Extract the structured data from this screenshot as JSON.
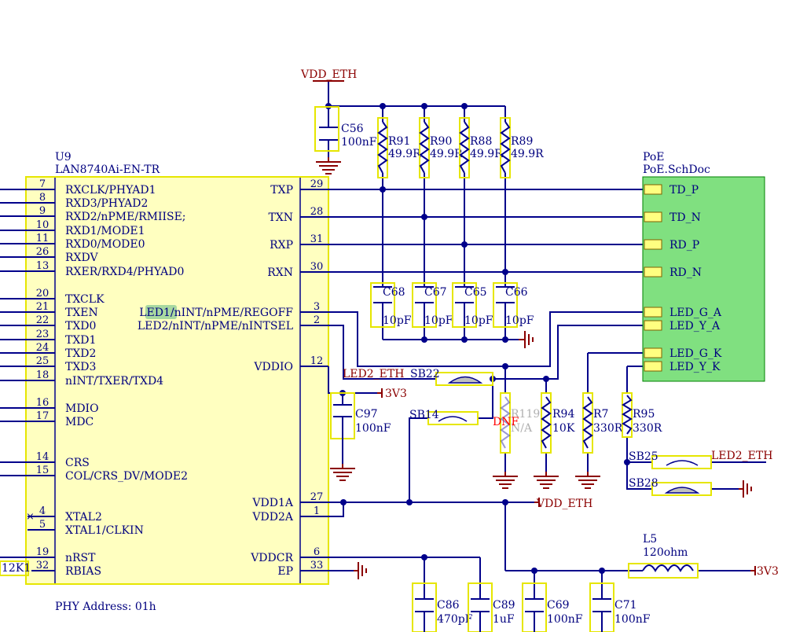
{
  "chip": {
    "ref": "U9",
    "part": "LAN8740Ai-EN-TR",
    "left_pins": [
      {
        "num": "7",
        "name": "RXCLK/PHYAD1"
      },
      {
        "num": "8",
        "name": "RXD3/PHYAD2"
      },
      {
        "num": "9",
        "name": "RXD2/nPME/RMIISE;"
      },
      {
        "num": "10",
        "name": "RXD1/MODE1"
      },
      {
        "num": "11",
        "name": "RXD0/MODE0"
      },
      {
        "num": "26",
        "name": "RXDV"
      },
      {
        "num": "13",
        "name": "RXER/RXD4/PHYAD0"
      },
      {
        "num": "20",
        "name": "TXCLK"
      },
      {
        "num": "21",
        "name": "TXEN"
      },
      {
        "num": "22",
        "name": "TXD0"
      },
      {
        "num": "23",
        "name": "TXD1"
      },
      {
        "num": "24",
        "name": "TXD2"
      },
      {
        "num": "25",
        "name": "TXD3"
      },
      {
        "num": "18",
        "name": "nINT/TXER/TXD4"
      },
      {
        "num": "16",
        "name": "MDIO"
      },
      {
        "num": "17",
        "name": "MDC"
      },
      {
        "num": "14",
        "name": "CRS"
      },
      {
        "num": "15",
        "name": "COL/CRS_DV/MODE2"
      },
      {
        "num": "4",
        "name": "XTAL2"
      },
      {
        "num": "5",
        "name": "XTAL1/CLKIN"
      },
      {
        "num": "19",
        "name": "nRST"
      },
      {
        "num": "32",
        "name": "RBIAS"
      }
    ],
    "right_pins": [
      {
        "num": "29",
        "name": "TXP"
      },
      {
        "num": "28",
        "name": "TXN"
      },
      {
        "num": "31",
        "name": "RXP"
      },
      {
        "num": "30",
        "name": "RXN"
      },
      {
        "num": "3",
        "name": "LED1/nINT/nPME/REGOFF"
      },
      {
        "num": "2",
        "name": "LED2/nINT/nPME/nINTSEL"
      },
      {
        "num": "12",
        "name": "VDDIO"
      },
      {
        "num": "27",
        "name": "VDD1A"
      },
      {
        "num": "1",
        "name": "VDD2A"
      },
      {
        "num": "6",
        "name": "VDDCR"
      },
      {
        "num": "33",
        "name": "EP"
      }
    ]
  },
  "sheet": {
    "ref": "PoE",
    "file": "PoE.SchDoc",
    "ports": [
      "TD_P",
      "TD_N",
      "RD_P",
      "RD_N",
      "LED_G_A",
      "LED_Y_A",
      "LED_G_K",
      "LED_Y_K"
    ]
  },
  "components": {
    "c56": {
      "ref": "C56",
      "value": "100nF"
    },
    "r91": {
      "ref": "R91",
      "value": "49.9R"
    },
    "r90": {
      "ref": "R90",
      "value": "49.9R"
    },
    "r88": {
      "ref": "R88",
      "value": "49.9R"
    },
    "r89": {
      "ref": "R89",
      "value": "49.9R"
    },
    "c68": {
      "ref": "C68",
      "value": "10pF"
    },
    "c67": {
      "ref": "C67",
      "value": "10pF"
    },
    "c65": {
      "ref": "C65",
      "value": "10pF"
    },
    "c66": {
      "ref": "C66",
      "value": "10pF"
    },
    "c97": {
      "ref": "C97",
      "value": "100nF"
    },
    "r119": {
      "ref": "R119",
      "value": "N/A",
      "note": "DNF"
    },
    "r94": {
      "ref": "R94",
      "value": "10K"
    },
    "r7": {
      "ref": "R7",
      "value": "330R"
    },
    "r95": {
      "ref": "R95",
      "value": "330R"
    },
    "sb22": {
      "ref": "SB22"
    },
    "sb14": {
      "ref": "SB14"
    },
    "sb25": {
      "ref": "SB25"
    },
    "sb28": {
      "ref": "SB28"
    },
    "l5": {
      "ref": "L5",
      "value": "120ohm"
    },
    "c86": {
      "ref": "C86",
      "value": "470pF"
    },
    "c89": {
      "ref": "C89",
      "value": "1uF"
    },
    "c69": {
      "ref": "C69",
      "value": "100nF"
    },
    "c71": {
      "ref": "C71",
      "value": "100nF"
    },
    "r_bias": {
      "value": "12K1"
    }
  },
  "nets": {
    "vdd_eth_top": "VDD_ETH",
    "vdd_eth_mid": "VDD_ETH",
    "v3v3_a": "3V3",
    "v3v3_b": "3V3",
    "led2_eth_a": "LED2_ETH",
    "led2_eth_b": "LED2_ETH"
  },
  "notes": {
    "phy_address": "PHY Address: 01h"
  },
  "colors": {
    "wire": "#00008b",
    "power": "#8b0000",
    "highlight": "#e6e600",
    "chip_fill": "#ffffc0",
    "sheet_fill": "#80e080"
  }
}
